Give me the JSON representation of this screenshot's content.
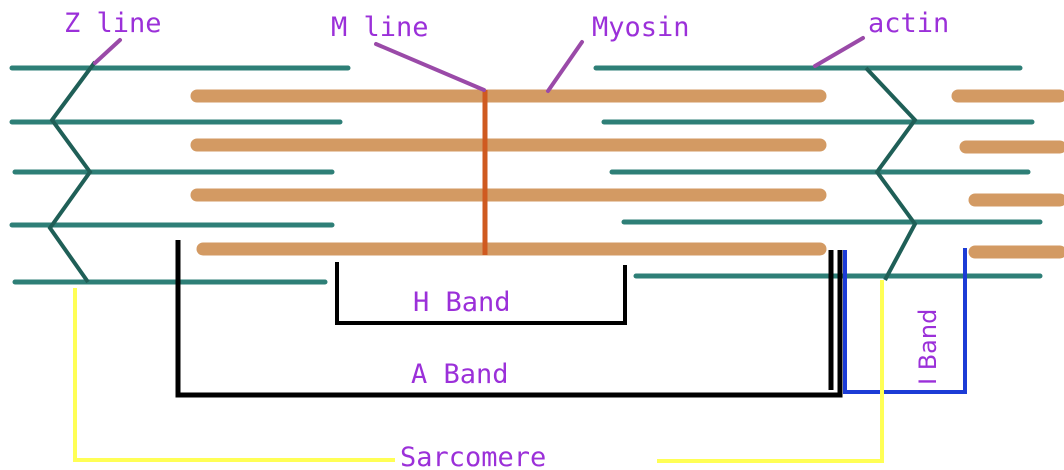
{
  "labels": {
    "z_line": "Z line",
    "m_line": "M line",
    "myosin": "Myosin",
    "actin": "actin",
    "h_band": "H Band",
    "a_band": "A Band",
    "i_band": "I Band",
    "sarcomere": "Sarcomere"
  },
  "colors": {
    "actin": "#2e7f77",
    "myosin": "#d39a63",
    "m_line": "#cf5a20",
    "pointer": "#9a4aa8",
    "label": "#9b30d9",
    "band_outline": "#000000",
    "i_band_outline": "#1c3cd6",
    "sarcomere_outline": "#ffff55"
  }
}
